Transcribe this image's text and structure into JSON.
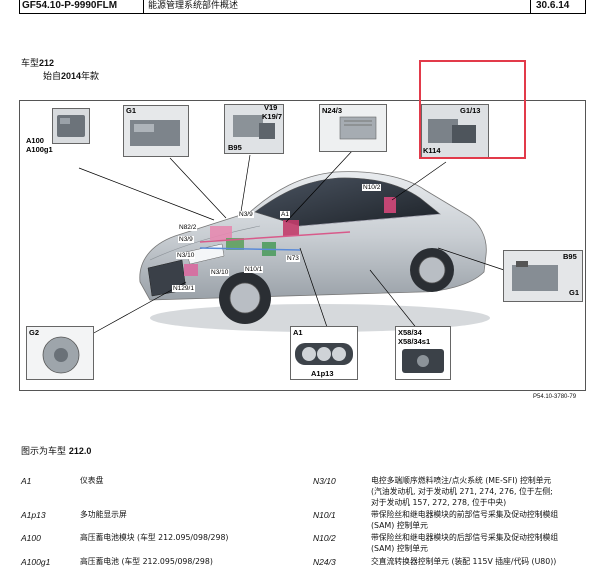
{
  "header": {
    "doc_id": "GF54.10-P-9990FLM",
    "title": "能源管理系统部件概述",
    "date": "30.6.14"
  },
  "model": {
    "label": "车型",
    "number": "212",
    "since_prefix": "始自",
    "since_year": "2014",
    "since_suffix": "年款"
  },
  "figure": {
    "ref": "P54.10-3780-79",
    "thumb_labels": {
      "a100": "A100",
      "a100g1": "A100g1",
      "g1_top": "G1",
      "v19": "V19",
      "k19_7": "K19/7",
      "b95_top": "B95",
      "n24_3": "N24/3",
      "g1_13": "G1/13",
      "k114": "K114",
      "b95_right": "B95",
      "g1_right": "G1",
      "g2": "G2",
      "a1": "A1",
      "a1p13": "A1p13",
      "x58_34": "X58/34",
      "x58_34s1": "X58/34s1"
    },
    "car_labels": {
      "n10_2": "N10/2",
      "a1": "A1",
      "n3_9": "N3/9",
      "n82_2": "N82/2",
      "n3_9b": "N3/9",
      "n3_10a": "N3/10",
      "n73": "N73",
      "n3_10b": "N3/10",
      "n10_1": "N10/1",
      "n129_1": "N129/1"
    }
  },
  "caption": {
    "prefix": "图示为车型",
    "model": "212.0"
  },
  "legend": [
    {
      "code": "A1",
      "desc": "仪表盘"
    },
    {
      "code": "A1p13",
      "desc": "多功能显示屏"
    },
    {
      "code": "A100",
      "desc": "高压蓄电池模块 (车型 212.095/098/298)"
    },
    {
      "code": "A100g1",
      "desc": "高压蓄电池 (车型 212.095/098/298)"
    },
    {
      "code": "N3/10",
      "desc": "电控多端顺序燃料喷注/点火系统 (ME-SFI) 控制单元",
      "desc2": "(汽油发动机, 对于发动机 271, 274, 276, 位于左侧;",
      "desc3": "对于发动机 157, 272, 278, 位于中央)"
    },
    {
      "code": "N10/1",
      "desc": "带保险丝和继电器模块的前部信号采集及促动控制模组",
      "desc2": "(SAM) 控制单元"
    },
    {
      "code": "N10/2",
      "desc": "带保险丝和继电器模块的后部信号采集及促动控制模组",
      "desc2": "(SAM) 控制单元"
    },
    {
      "code": "N24/3",
      "desc": "交直流转换器控制单元 (装配 115V 插座/代码 (U80))"
    }
  ]
}
